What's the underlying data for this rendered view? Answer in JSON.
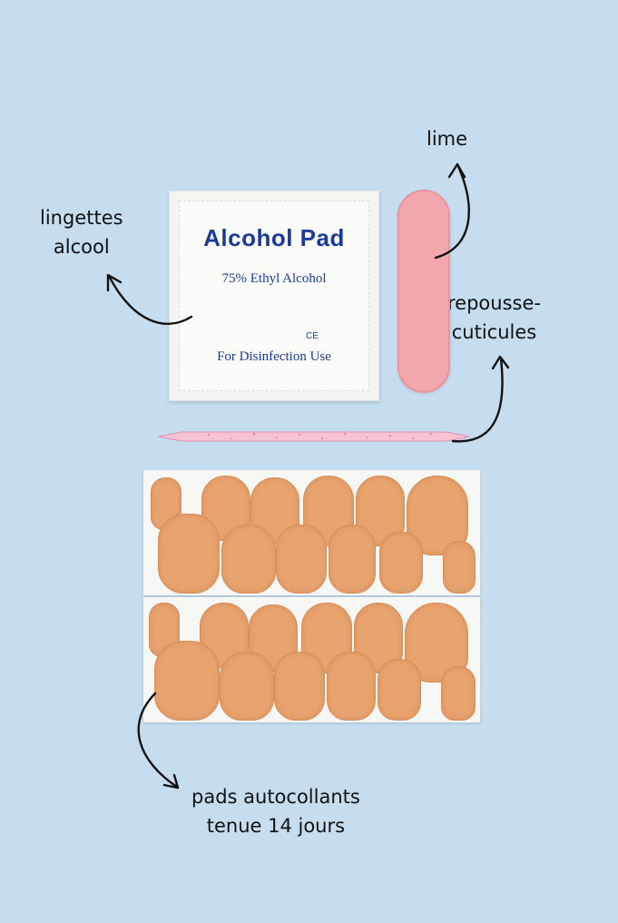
{
  "labels": {
    "lime": "lime",
    "lingettes_line1": "lingettes",
    "lingettes_line2": "alcool",
    "repousse_line1": "repousse-",
    "repousse_line2": "cuticules",
    "pads_line1": "pads autocollants",
    "pads_line2": "tenue 14 jours"
  },
  "sachet": {
    "title": "Alcohol  Pad",
    "subtitle": "75% Ethyl Alcohol",
    "mark": "CE",
    "usage": "For Disinfection Use"
  },
  "colors": {
    "background": "#c5ddef",
    "sachet_text": "#1b3b9c",
    "file": "#f2a7ad",
    "pads": "#e9a36e"
  },
  "icons": [
    "curved-arrow-icon"
  ]
}
